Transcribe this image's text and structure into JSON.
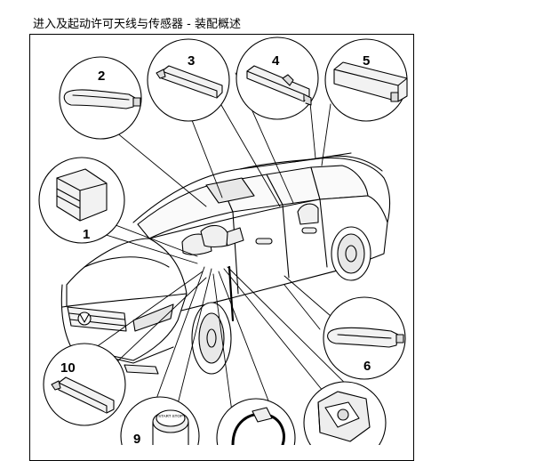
{
  "title": "进入及起动许可天线与传感器 - 装配概述",
  "callouts": [
    "1",
    "2",
    "3",
    "4",
    "5",
    "6",
    "9",
    "10"
  ],
  "stamp_text": "START STOP",
  "colors": {
    "line": "#000000",
    "fill": "#ffffff",
    "part_fill": "#f2f2f2",
    "shade": "#dcdcdc"
  }
}
